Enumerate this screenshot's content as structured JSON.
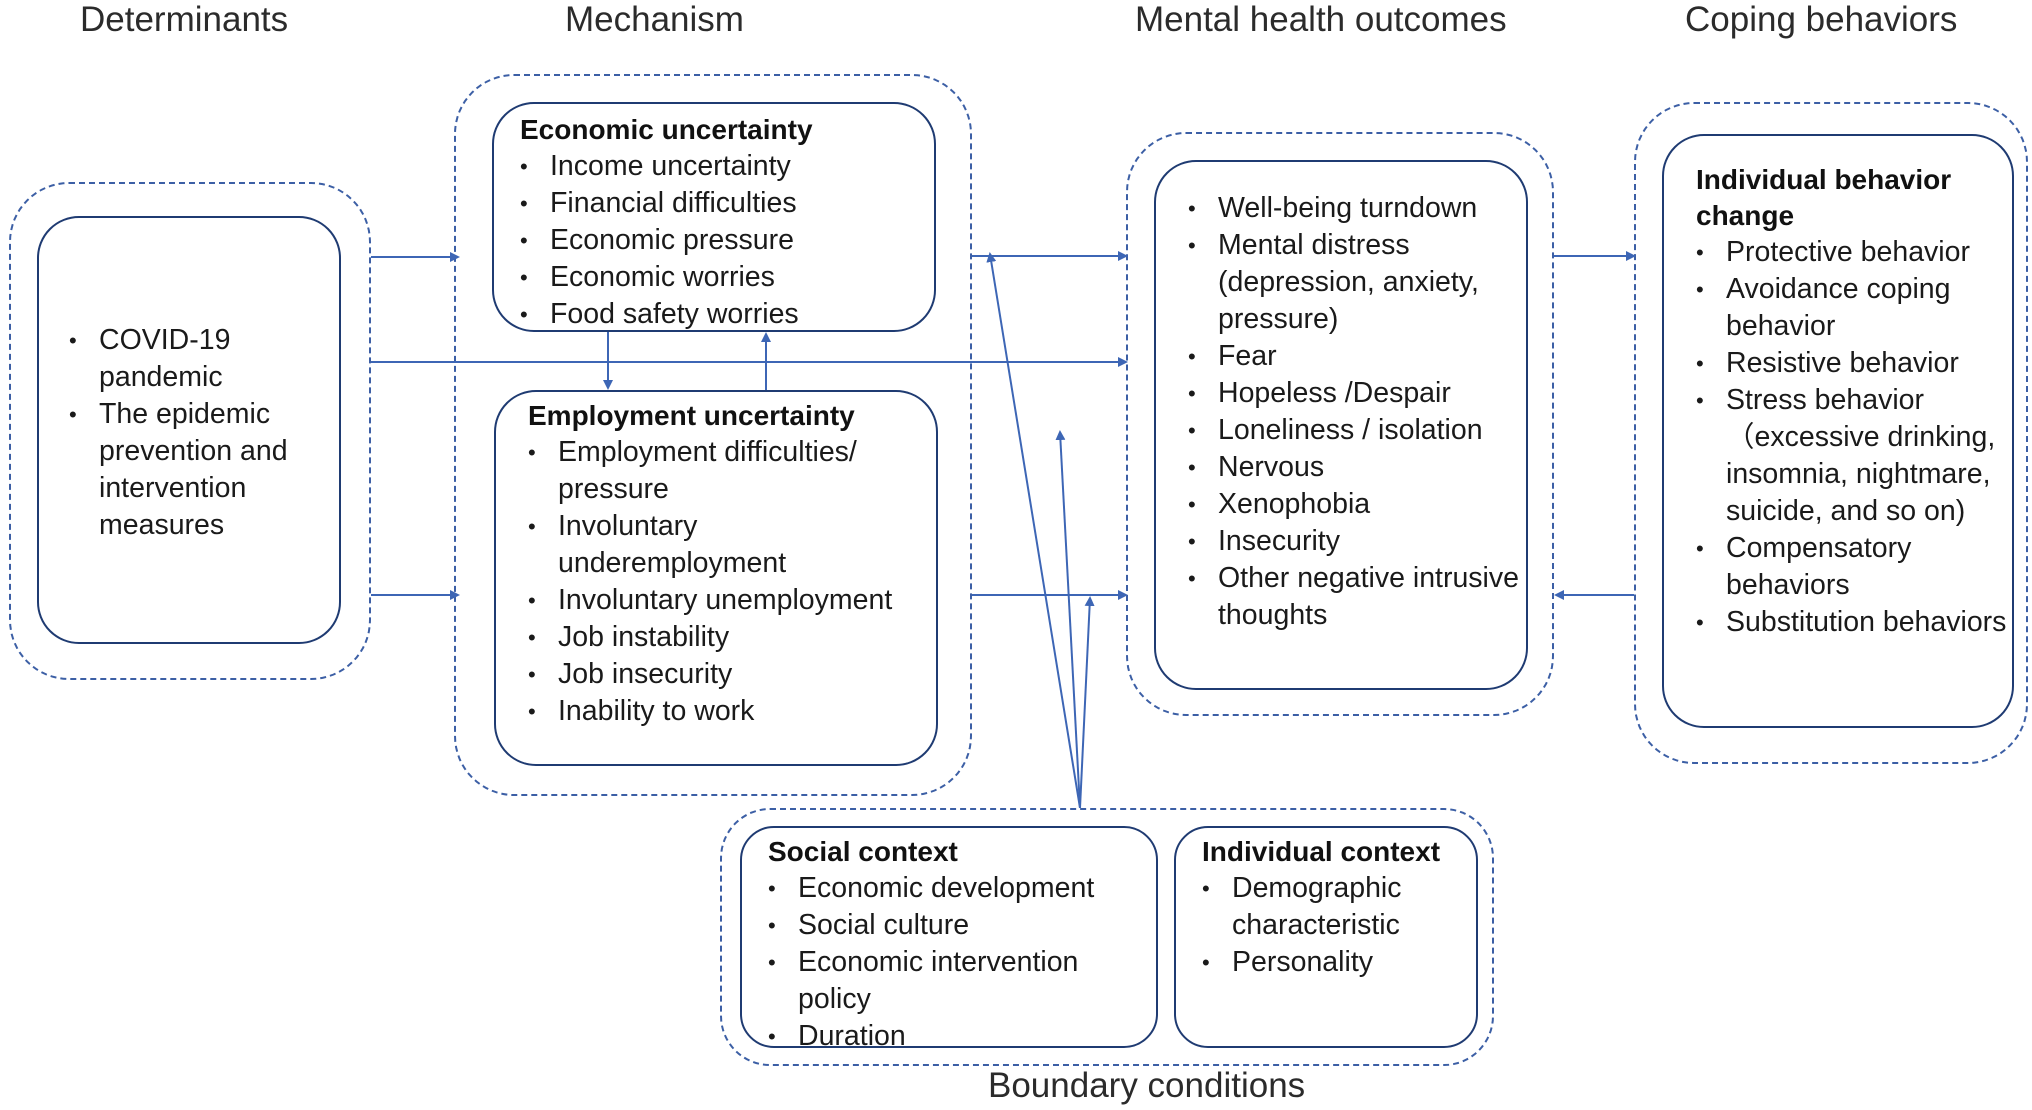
{
  "headers": {
    "determinants": "Determinants",
    "mechanism": "Mechanism",
    "outcomes": "Mental health outcomes",
    "coping": "Coping behaviors",
    "boundary": "Boundary conditions"
  },
  "determinants": {
    "items": [
      "COVID-19 pandemic",
      "The epidemic prevention and intervention measures"
    ]
  },
  "economic": {
    "title": "Economic uncertainty",
    "items": [
      "Income uncertainty",
      "Financial difficulties",
      "Economic pressure",
      "Economic worries",
      "Food safety worries"
    ]
  },
  "employment": {
    "title": "Employment uncertainty",
    "items": [
      "Employment difficulties/ pressure",
      "Involuntary underemployment",
      "Involuntary unemployment",
      "Job instability",
      "Job insecurity",
      "Inability to work"
    ]
  },
  "outcomes": {
    "items": [
      "Well-being turndown",
      "Mental distress (depression, anxiety, pressure)",
      "Fear",
      "Hopeless /Despair",
      "Loneliness / isolation",
      "Nervous",
      "Xenophobia",
      "Insecurity",
      "Other negative intrusive thoughts"
    ]
  },
  "coping": {
    "title": "Individual behavior change",
    "items": [
      "Protective behavior",
      "Avoidance coping behavior",
      "Resistive behavior",
      "Stress behavior （excessive drinking, insomnia, nightmare, suicide, and so on)",
      "Compensatory behaviors",
      "Substitution behaviors"
    ]
  },
  "social": {
    "title": "Social context",
    "items": [
      "Economic development",
      "Social culture",
      "Economic intervention policy",
      "Duration"
    ]
  },
  "individual": {
    "title": "Individual context",
    "items": [
      "Demographic characteristic",
      "Personality"
    ]
  },
  "colors": {
    "arrow": "#3d66b5",
    "dashed_border": "#3c5fa5",
    "box_border": "#1f3b72"
  }
}
